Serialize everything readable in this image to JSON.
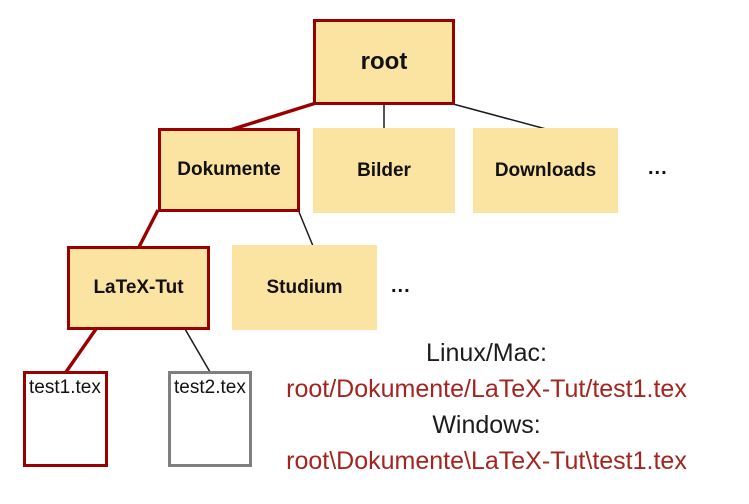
{
  "diagram": {
    "nodes": {
      "root": {
        "label": "root"
      },
      "dokumente": {
        "label": "Dokumente"
      },
      "bilder": {
        "label": "Bilder"
      },
      "downloads": {
        "label": "Downloads"
      },
      "more_level1": {
        "label": "..."
      },
      "latex_tut": {
        "label": "LaTeX-Tut"
      },
      "studium": {
        "label": "Studium"
      },
      "more_level2": {
        "label": "..."
      },
      "test1": {
        "label": "test1.tex"
      },
      "test2": {
        "label": "test2.tex"
      }
    },
    "highlighted_path": [
      "root",
      "Dokumente",
      "LaTeX-Tut",
      "test1.tex"
    ]
  },
  "caption": {
    "linux_label": "Linux/Mac:",
    "linux_path": "root/Dokumente/LaTeX-Tut/test1.tex",
    "windows_label": "Windows:",
    "windows_path": "root\\Dokumente\\LaTeX-Tut\\test1.tex"
  },
  "colors": {
    "node_fill": "#fbe3a1",
    "highlight": "#990000",
    "edge_black": "#1a1a1a",
    "gray_border": "#7f7f7f",
    "path_text_red": "#a42420",
    "label_text": "#111111"
  }
}
